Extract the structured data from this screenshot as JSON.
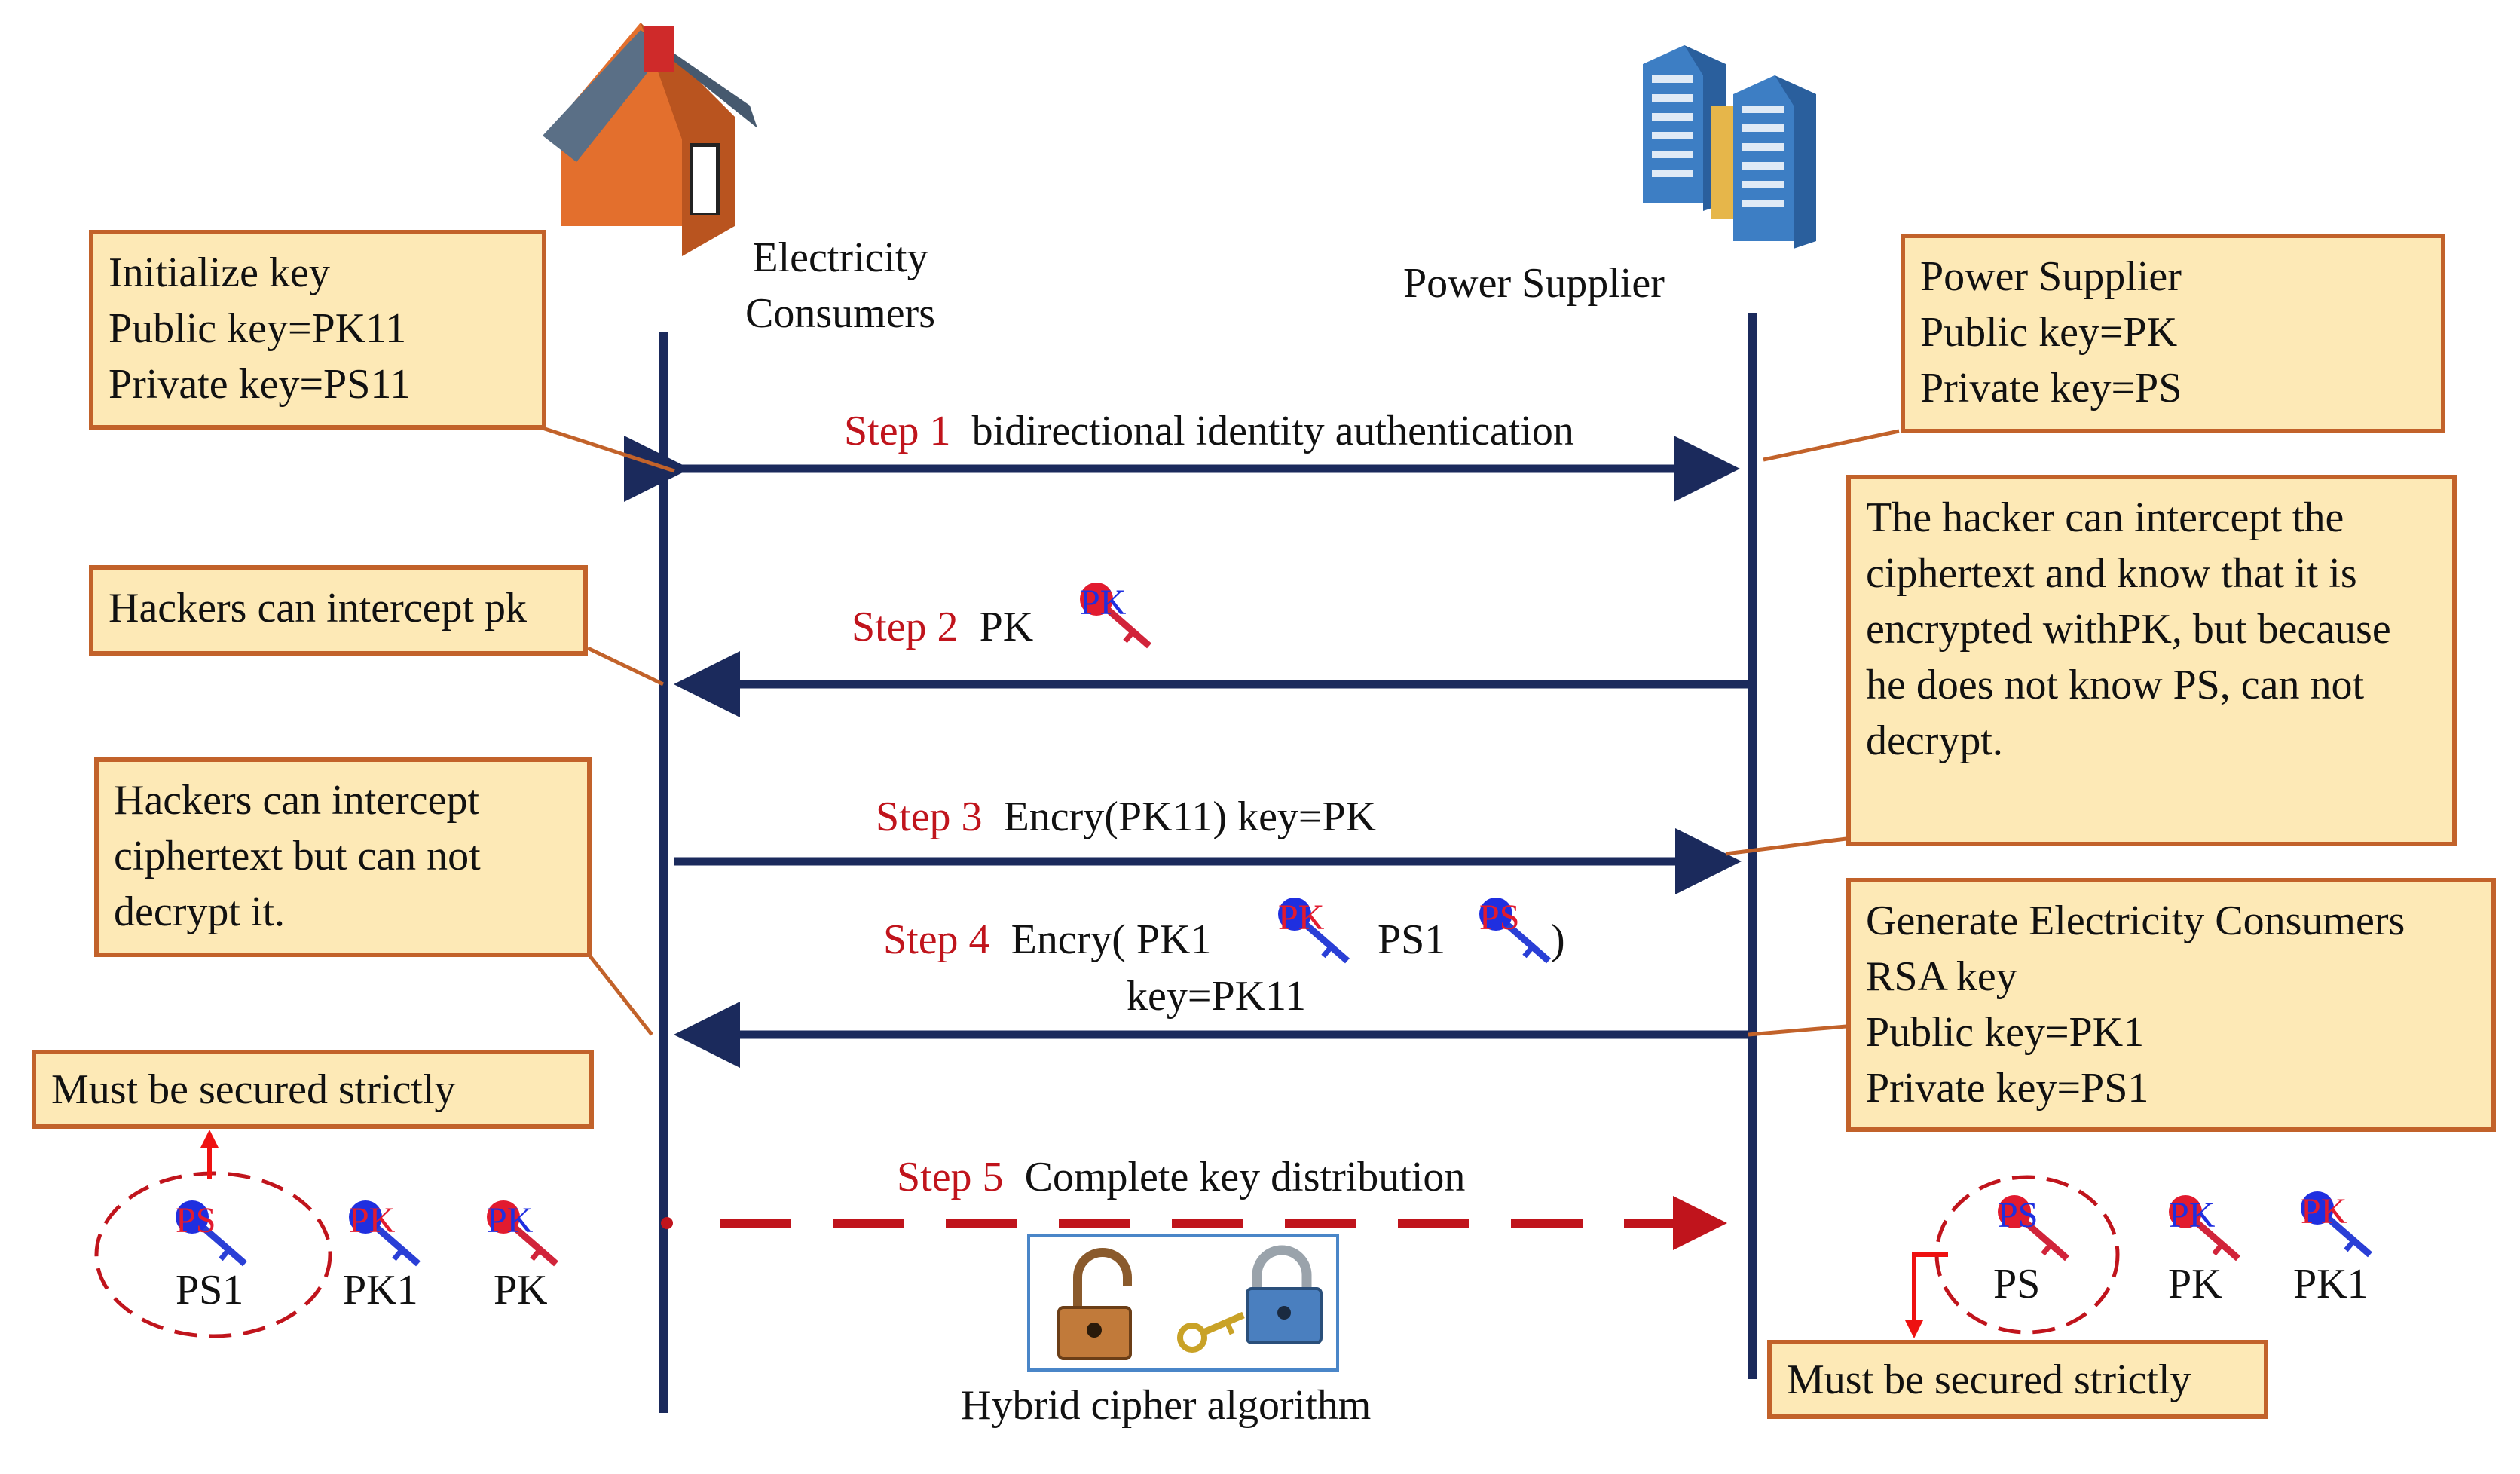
{
  "actors": {
    "consumer": {
      "label_line1": "Electricity",
      "label_line2": "Consumers",
      "icon": "house-icon"
    },
    "supplier": {
      "label": "Power Supplier",
      "icon": "server-buildings-icon"
    }
  },
  "boxes": {
    "init_key": {
      "lines": [
        "Initialize key",
        "Public key=PK11",
        "Private key=PS11"
      ]
    },
    "supplier_keys": {
      "lines": [
        "Power Supplier",
        "Public key=PK",
        "Private key=PS"
      ]
    },
    "hacker_pk": {
      "lines": [
        "Hackers can intercept pk"
      ]
    },
    "hacker_cipher_right": {
      "lines": [
        "The hacker can intercept the",
        "ciphertext and know that it is",
        "encrypted withPK, but because",
        "he does not know PS, can not",
        "decrypt."
      ]
    },
    "hacker_cipher_left": {
      "lines": [
        "Hackers can intercept",
        "ciphertext but can not",
        "decrypt it."
      ]
    },
    "generate_keys": {
      "lines": [
        "Generate Electricity Consumers",
        "RSA key",
        "Public key=PK1",
        "Private key=PS1"
      ]
    },
    "secured_left": {
      "lines": [
        "Must be secured strictly"
      ]
    },
    "secured_right": {
      "lines": [
        "Must be secured strictly"
      ]
    }
  },
  "steps": {
    "s1": {
      "step": "Step 1",
      "text": "bidirectional identity authentication"
    },
    "s2": {
      "step": "Step 2",
      "text": "PK"
    },
    "s3": {
      "step": "Step 3",
      "text": "Encry(PK11) key=PK"
    },
    "s4": {
      "step": "Step 4",
      "text_a": "Encry( PK1",
      "text_b": "PS1",
      "text_c": ")",
      "text_line2": "key=PK11"
    },
    "s5": {
      "step": "Step 5",
      "text": "Complete key distribution"
    }
  },
  "key_glyphs": {
    "pk": "PK",
    "ps": "PS"
  },
  "left_keys": [
    {
      "label": "PS1",
      "glyph": "PS",
      "circle": "blue"
    },
    {
      "label": "PK1",
      "glyph": "PK",
      "circle": "blue"
    },
    {
      "label": "PK",
      "glyph": "PK",
      "circle": "red"
    }
  ],
  "right_keys": [
    {
      "label": "PS",
      "glyph": "PS",
      "circle": "red"
    },
    {
      "label": "PK",
      "glyph": "PK",
      "circle": "red"
    },
    {
      "label": "PK1",
      "glyph": "PK",
      "circle": "blue"
    }
  ],
  "hybrid": {
    "caption": "Hybrid cipher algorithm",
    "icons": [
      "lock-open-icon",
      "key-icon",
      "lock-closed-icon"
    ]
  },
  "colors": {
    "line": "#1b2a5c",
    "step_red": "#c0141c",
    "box_fill": "#fde9b6",
    "box_border": "#c2622a",
    "leader": "#c2622a",
    "dashed": "#c0141c"
  }
}
